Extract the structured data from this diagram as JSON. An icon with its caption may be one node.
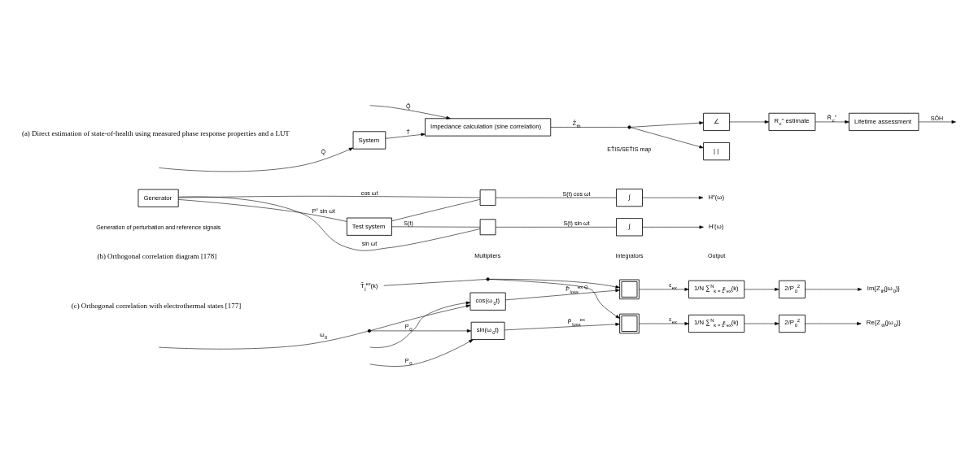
{
  "diagram": {
    "nodes": [
      {
        "text": [
          "System"
        ]
      },
      {
        "text": [
          "Impedance calculation (sine correlation)"
        ]
      },
      {
        "text": [],
        "shape": "circle"
      },
      {
        "text": [
          "| |"
        ]
      },
      {
        "text": [
          "∠"
        ]
      },
      {
        "text": [
          "R$_{c}$'' estimate"
        ]
      },
      {
        "text": [
          "Lifetime assessment"
        ]
      },
      {
        "text": [
          "Generator"
        ]
      },
      {
        "text": [
          "Test system"
        ]
      },
      {
        "text": [],
        "shape": "box"
      },
      {
        "text": [],
        "shape": "box"
      },
      {
        "text": [
          "∫"
        ]
      },
      {
        "text": [
          "∫"
        ]
      },
      {
        "text": [
          "H′(ω)"
        ]
      },
      {
        "text": [
          "H″(ω)"
        ]
      },
      {
        "text": [
          "sin(ω$_{0}$t)"
        ]
      },
      {
        "text": [
          "cos(ω$_{0}$t)"
        ]
      },
      {
        "text": [],
        "shape": "box"
      },
      {
        "text": [],
        "shape": "box"
      },
      {
        "text": [
          "1/N ∑$^{N}$$_{k = 1}$ε$_{ex}$(k)"
        ]
      },
      {
        "text": [
          "1/N ∑$^{N}$$_{k = 1}$ε$_{ex}$(k)"
        ]
      },
      {
        "text": [
          "2/P$_{0}$$^{2}$"
        ]
      },
      {
        "text": [
          "2/P$_{0}$$^{2}$"
        ]
      },
      {
        "text": [
          "Re{Z$_{th}$(jω$_{0}$)}"
        ]
      },
      {
        "text": [
          "Im{Z$_{th}$(jω$_{0}$)}"
        ]
      },
      {
        "text": [
          "T̂$_{j}$$^{ex}$(k)"
        ]
      },
      {
        "text": [],
        "shape": "circle"
      },
      {
        "text": [],
        "shape": "circle"
      }
    ],
    "edges": [
      {
        "from": null,
        "to": 0,
        "arrow": "to",
        "label": "Q̄"
      },
      {
        "from": 0,
        "to": 1,
        "arrow": "to",
        "label": "T̄"
      },
      {
        "from": null,
        "to": 1,
        "arrow": "to",
        "label": "Q̂"
      },
      {
        "from": 1,
        "to": 2,
        "arrow": "none",
        "label": "Ẑ$_{th}$"
      },
      {
        "from": 2,
        "to": 3,
        "arrow": "to"
      },
      {
        "from": 2,
        "to": 4,
        "arrow": "to"
      },
      {
        "from": 4,
        "to": 5,
        "arrow": "to"
      },
      {
        "from": 5,
        "to": 6,
        "arrow": "to",
        "label": "R̂$_{c}$''"
      },
      {
        "from": 6,
        "to": null,
        "arrow": "to",
        "label": "SÔH"
      },
      {
        "from": 7,
        "to": 8,
        "arrow": "none",
        "label": "P° sin ωt"
      },
      {
        "from": 7,
        "to": 9,
        "arrow": "none",
        "label": "sin ωt"
      },
      {
        "from": 7,
        "to": 10,
        "arrow": "none",
        "label": "cos ωt"
      },
      {
        "from": 8,
        "to": 9,
        "arrow": "none",
        "label": "S(t)"
      },
      {
        "from": 8,
        "to": 10,
        "arrow": "none"
      },
      {
        "from": 9,
        "to": 11,
        "arrow": "none",
        "label": "S(t) sin ωt"
      },
      {
        "from": 10,
        "to": 12,
        "arrow": "none",
        "label": "S(t) cos ωt"
      },
      {
        "from": 11,
        "to": 13,
        "arrow": "to"
      },
      {
        "from": 12,
        "to": 14,
        "arrow": "to"
      },
      {
        "from": null,
        "to": 15,
        "arrow": "to",
        "label": "P$_{0}$"
      },
      {
        "from": null,
        "to": 26,
        "arrow": "none",
        "label": "ω$_{0}$"
      },
      {
        "from": 26,
        "to": 15,
        "arrow": "to"
      },
      {
        "from": 26,
        "to": 16,
        "arrow": "to"
      },
      {
        "from": null,
        "to": 16,
        "arrow": "to",
        "label": "P$_{0}$"
      },
      {
        "from": 15,
        "to": 17,
        "arrow": "to",
        "label": "P̂$_{loss}$$^{ex}$"
      },
      {
        "from": 16,
        "to": 18,
        "arrow": "to",
        "label": "P̂$_{loss}$$^{ex Q}$"
      },
      {
        "from": 25,
        "to": 27,
        "arrow": "none"
      },
      {
        "from": 27,
        "to": 17,
        "arrow": "to"
      },
      {
        "from": 27,
        "to": 18,
        "arrow": "to"
      },
      {
        "from": 17,
        "to": 19,
        "arrow": "to",
        "label": "ε$_{ex}$"
      },
      {
        "from": 18,
        "to": 20,
        "arrow": "to",
        "label": "ε$_{ex}$"
      },
      {
        "from": 19,
        "to": 21,
        "arrow": "to"
      },
      {
        "from": 20,
        "to": 22,
        "arrow": "to"
      },
      {
        "from": 21,
        "to": 23,
        "arrow": "to"
      },
      {
        "from": 22,
        "to": 24,
        "arrow": "to"
      }
    ],
    "labels": [
      "ET̂IS/SET̂IS map",
      "(a) Direct estimation of state-of-health using measured phase response properties and a LUT",
      "Generation of perturbation and reference signals",
      "Multipliers",
      "Integrators",
      "Output",
      "(b) Orthogonal correlation diagram [178]",
      "(c) Orthogonal correlation with electrothermal states [177]"
    ]
  }
}
